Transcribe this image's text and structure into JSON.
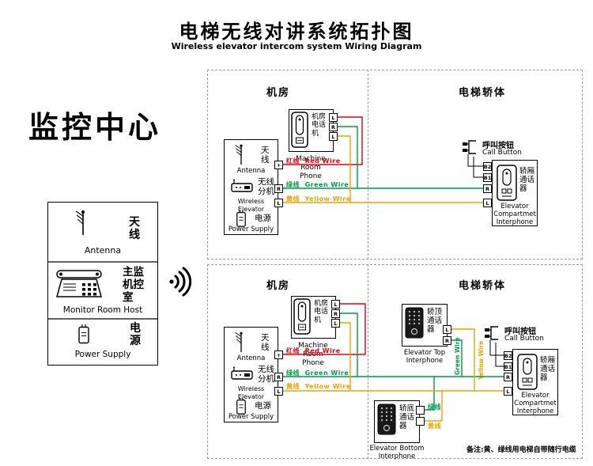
{
  "header": {
    "title_zh": "电梯无线对讲系统拓扑图",
    "title_en": "Wireless elevator intercom system Wiring Diagram"
  },
  "monitor": {
    "title": "监控中心",
    "antenna_zh": "天线",
    "antenna_en": "Antenna",
    "host_zh": "主监机控室",
    "host_en": "Monitor Room Host",
    "power_zh": "电源",
    "power_en": "Power Supply"
  },
  "sections": {
    "machine_room": "机房",
    "elevator_car": "电梯轿体"
  },
  "phone": {
    "zh": "机房电话机",
    "en": "Machine Room Phone",
    "t1": "L",
    "t2": "R",
    "t3": "L"
  },
  "wireless": {
    "antenna_zh": "天线",
    "antenna_en": "Antenna",
    "unit_zh": "无线分机",
    "unit_en": "Wireless Elevator",
    "power_zh": "电源",
    "power_en": "Power Supply",
    "t_plus": "+",
    "t_r": "R",
    "t_l": "L"
  },
  "wires": {
    "red_zh": "红线",
    "red_en": "Red Wire",
    "green_zh": "绿线",
    "green_en": "Green Wire",
    "yellow_zh": "黄线",
    "yellow_en": "Yellow Wire"
  },
  "call_button": {
    "zh": "呼叫按钮",
    "en": "Call Button"
  },
  "compartment": {
    "zh": "轿厢通话器",
    "en": "Elevator Compartmet Interphone",
    "t1": "B2",
    "t2": "B1",
    "t3": "R",
    "t4": "L"
  },
  "top_interphone": {
    "zh": "轿顶通话器",
    "en": "Elevator Top Interphone",
    "t1": "L",
    "t2": "R"
  },
  "bottom_interphone": {
    "zh": "轿底通话器",
    "en": "Elevator Bottom Interphone"
  },
  "note": "备注:黄、绿线用电梯自带随行电缆",
  "colors": {
    "red": "#e60012",
    "green": "#009a44",
    "yellow": "#f2a000",
    "ink": "#000000",
    "dash": "#9a9a9a"
  }
}
